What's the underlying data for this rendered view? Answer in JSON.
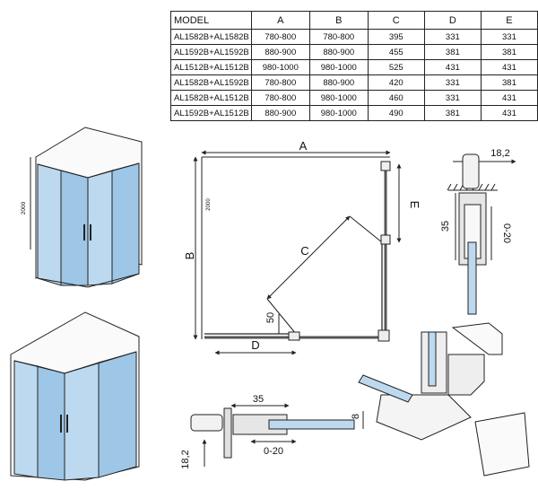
{
  "table": {
    "headers": [
      "MODEL",
      "A",
      "B",
      "C",
      "D",
      "E"
    ],
    "rows": [
      [
        "AL1582B+AL1582B",
        "780-800",
        "780-800",
        "395",
        "331",
        "331"
      ],
      [
        "AL1592B+AL1592B",
        "880-900",
        "880-900",
        "455",
        "381",
        "381"
      ],
      [
        "AL1512B+AL1512B",
        "980-1000",
        "980-1000",
        "525",
        "431",
        "431"
      ],
      [
        "AL1582B+AL1592B",
        "780-800",
        "880-900",
        "420",
        "331",
        "381"
      ],
      [
        "AL1582B+AL1512B",
        "780-800",
        "980-1000",
        "460",
        "331",
        "431"
      ],
      [
        "AL1592B+AL1512B",
        "880-900",
        "980-1000",
        "490",
        "381",
        "431"
      ]
    ]
  },
  "labels": {
    "height_left_top": "2000",
    "plan_A": "A",
    "plan_B": "B",
    "plan_C": "C",
    "plan_D": "D",
    "plan_E": "E",
    "plan_2000": "2000",
    "plan_50": "50",
    "profile_width": "18,2",
    "profile_35": "35",
    "profile_range": "0-20",
    "bottom_35": "35",
    "bottom_8": "8",
    "bottom_range": "0-20",
    "bottom_18": "18,2"
  },
  "colors": {
    "glass": "#bcd9ef",
    "glass_dark": "#9ec6e6",
    "frame": "#cfcfcf",
    "line": "#222222"
  }
}
